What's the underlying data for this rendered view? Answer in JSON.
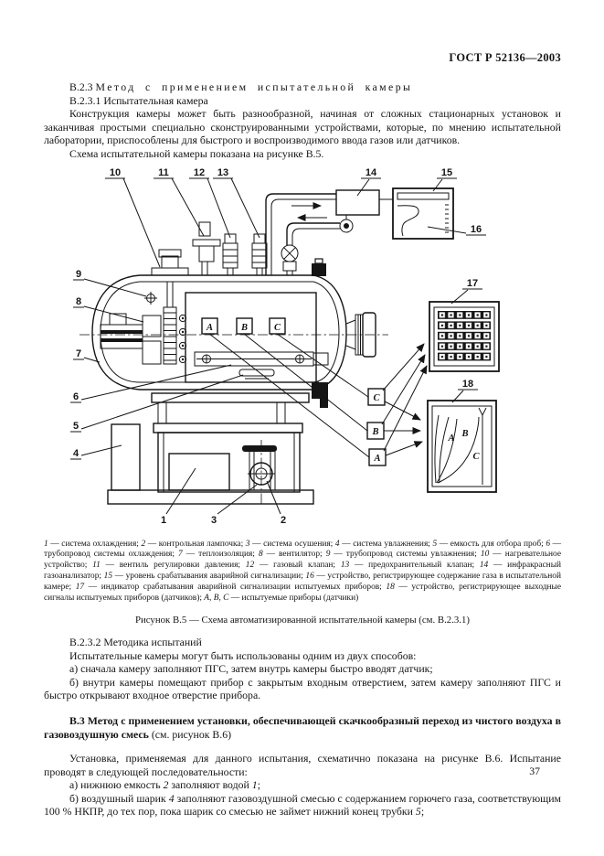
{
  "doc": {
    "number": "ГОСТ Р 52136—2003",
    "page_number": "37"
  },
  "s23": {
    "heading_num": "В.2.3",
    "heading_title": "Метод с применением испытательной камеры",
    "sub_heading": "В.2.3.1 Испытательная камера",
    "p1": "Конструкция камеры может быть разнообразной, начиная от сложных стационарных установок и заканчивая простыми специально сконструированными устройствами, которые, по мнению испытательной лаборатории, приспособлены для быстрого и воспроизводимого ввода газов или датчиков.",
    "p2": "Схема испытательной камеры показана на рисунке В.5."
  },
  "figure": {
    "callouts": {
      "c1": "1",
      "c2": "2",
      "c3": "3",
      "c4": "4",
      "c5": "5",
      "c6": "6",
      "c7": "7",
      "c8": "8",
      "c9": "9",
      "c10": "10",
      "c11": "11",
      "c12": "12",
      "c13": "13",
      "c14": "14",
      "c15": "15",
      "c16": "16",
      "c17": "17",
      "c18": "18",
      "sa": "A",
      "sb": "B",
      "sc": "C",
      "ba": "A",
      "bb": "B",
      "bc": "C",
      "ka": "A",
      "kb": "B",
      "kc": "C"
    },
    "legend": [
      {
        "n": "1",
        "t": " — система охлаждения; "
      },
      {
        "n": "2",
        "t": " — контрольная лампочка; "
      },
      {
        "n": "3",
        "t": " — система осушения; "
      },
      {
        "n": "4",
        "t": " — система увлажнения; "
      },
      {
        "n": "5",
        "t": " — емкость для отбора проб; "
      },
      {
        "n": "6",
        "t": " — трубопровод системы охлаждения; "
      },
      {
        "n": "7",
        "t": " — теплоизоляция; "
      },
      {
        "n": "8",
        "t": " — вентилятор; "
      },
      {
        "n": "9",
        "t": " — трубопровод системы увлажнения; "
      },
      {
        "n": "10",
        "t": " — нагревательное устройство; "
      },
      {
        "n": "11",
        "t": " — вентиль регулировки давления; "
      },
      {
        "n": "12",
        "t": " — газовый клапан; "
      },
      {
        "n": "13",
        "t": " — предохранительный клапан; "
      },
      {
        "n": "14",
        "t": " — инфракрасный газоанализатор; "
      },
      {
        "n": "15",
        "t": " — уровень срабатывания аварийной сигнализации; "
      },
      {
        "n": "16",
        "t": " — устройство, регистрирующее содержание газа в испытательной камере; "
      },
      {
        "n": "17",
        "t": " — индикатор срабатывания аварийной сигнализации испытуемых приборов; "
      },
      {
        "n": "18",
        "t": " — устройство, регистрирующее выходные сигналы испытуемых приборов (датчиков); "
      },
      {
        "n": "А, В, С",
        "t": " — испытуемые приборы (датчики)"
      }
    ],
    "caption": "Рисунок В.5 — Схема автоматизированной испытательной камеры (см. В.2.3.1)"
  },
  "s232": {
    "heading": "В.2.3.2 Методика испытаний",
    "p1": "Испытательные камеры могут быть использованы одним из двух способов:",
    "item_a": "а) сначала камеру заполняют ПГС, затем внутрь камеры быстро вводят датчик;",
    "item_b": "б) внутри камеры помещают прибор с закрытым входным отверстием, затем камеру заполняют ПГС и быстро открывают входное отверстие прибора."
  },
  "s3": {
    "heading_bold": "В.3 Метод с применением установки, обеспечивающей скачкообразный переход из чистого воздуха в газовоздушную смесь ",
    "heading_normal": "(см. рисунок В.6)",
    "p1": "Установка, применяемая для данного испытания, схематично показана на рисунке В.6. Испытание проводят в следующей последовательности:",
    "item_a": {
      "t1": "а) нижнюю емкость ",
      "i1": "2",
      "t2": " заполняют водой ",
      "i2": "1",
      "t3": ";"
    },
    "item_b": {
      "t1": "б) воздушный шарик ",
      "i1": "4",
      "t2": " заполняют газовоздушной смесью с содержанием горючего газа, соответствующим 100 % НКПР, до тех пор, пока шарик со смесью не займет нижний конец трубки ",
      "i2": "5",
      "t3": ";"
    }
  }
}
